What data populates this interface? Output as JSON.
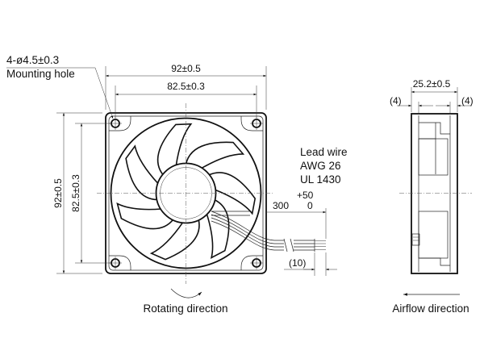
{
  "front_view": {
    "mounting_hole_spec": "4-ø4.5±0.3",
    "mounting_hole_label": "Mounting hole",
    "outer_width": "92±0.5",
    "hole_pitch_width": "82.5±0.3",
    "outer_height": "92±0.5",
    "hole_pitch_height": "82.5±0.3",
    "rotating_direction": "Rotating direction"
  },
  "lead_wire": {
    "title": "Lead wire",
    "gauge": "AWG 26",
    "standard": "UL 1430",
    "length": "300",
    "tolerance_upper": "+50",
    "tolerance_lower": "0",
    "strip_length": "(10)"
  },
  "side_view": {
    "depth": "25.2±0.5",
    "left_flange": "(4)",
    "right_flange": "(4)",
    "airflow_direction": "Airflow direction"
  },
  "colors": {
    "line": "#111111",
    "background": "#ffffff"
  }
}
